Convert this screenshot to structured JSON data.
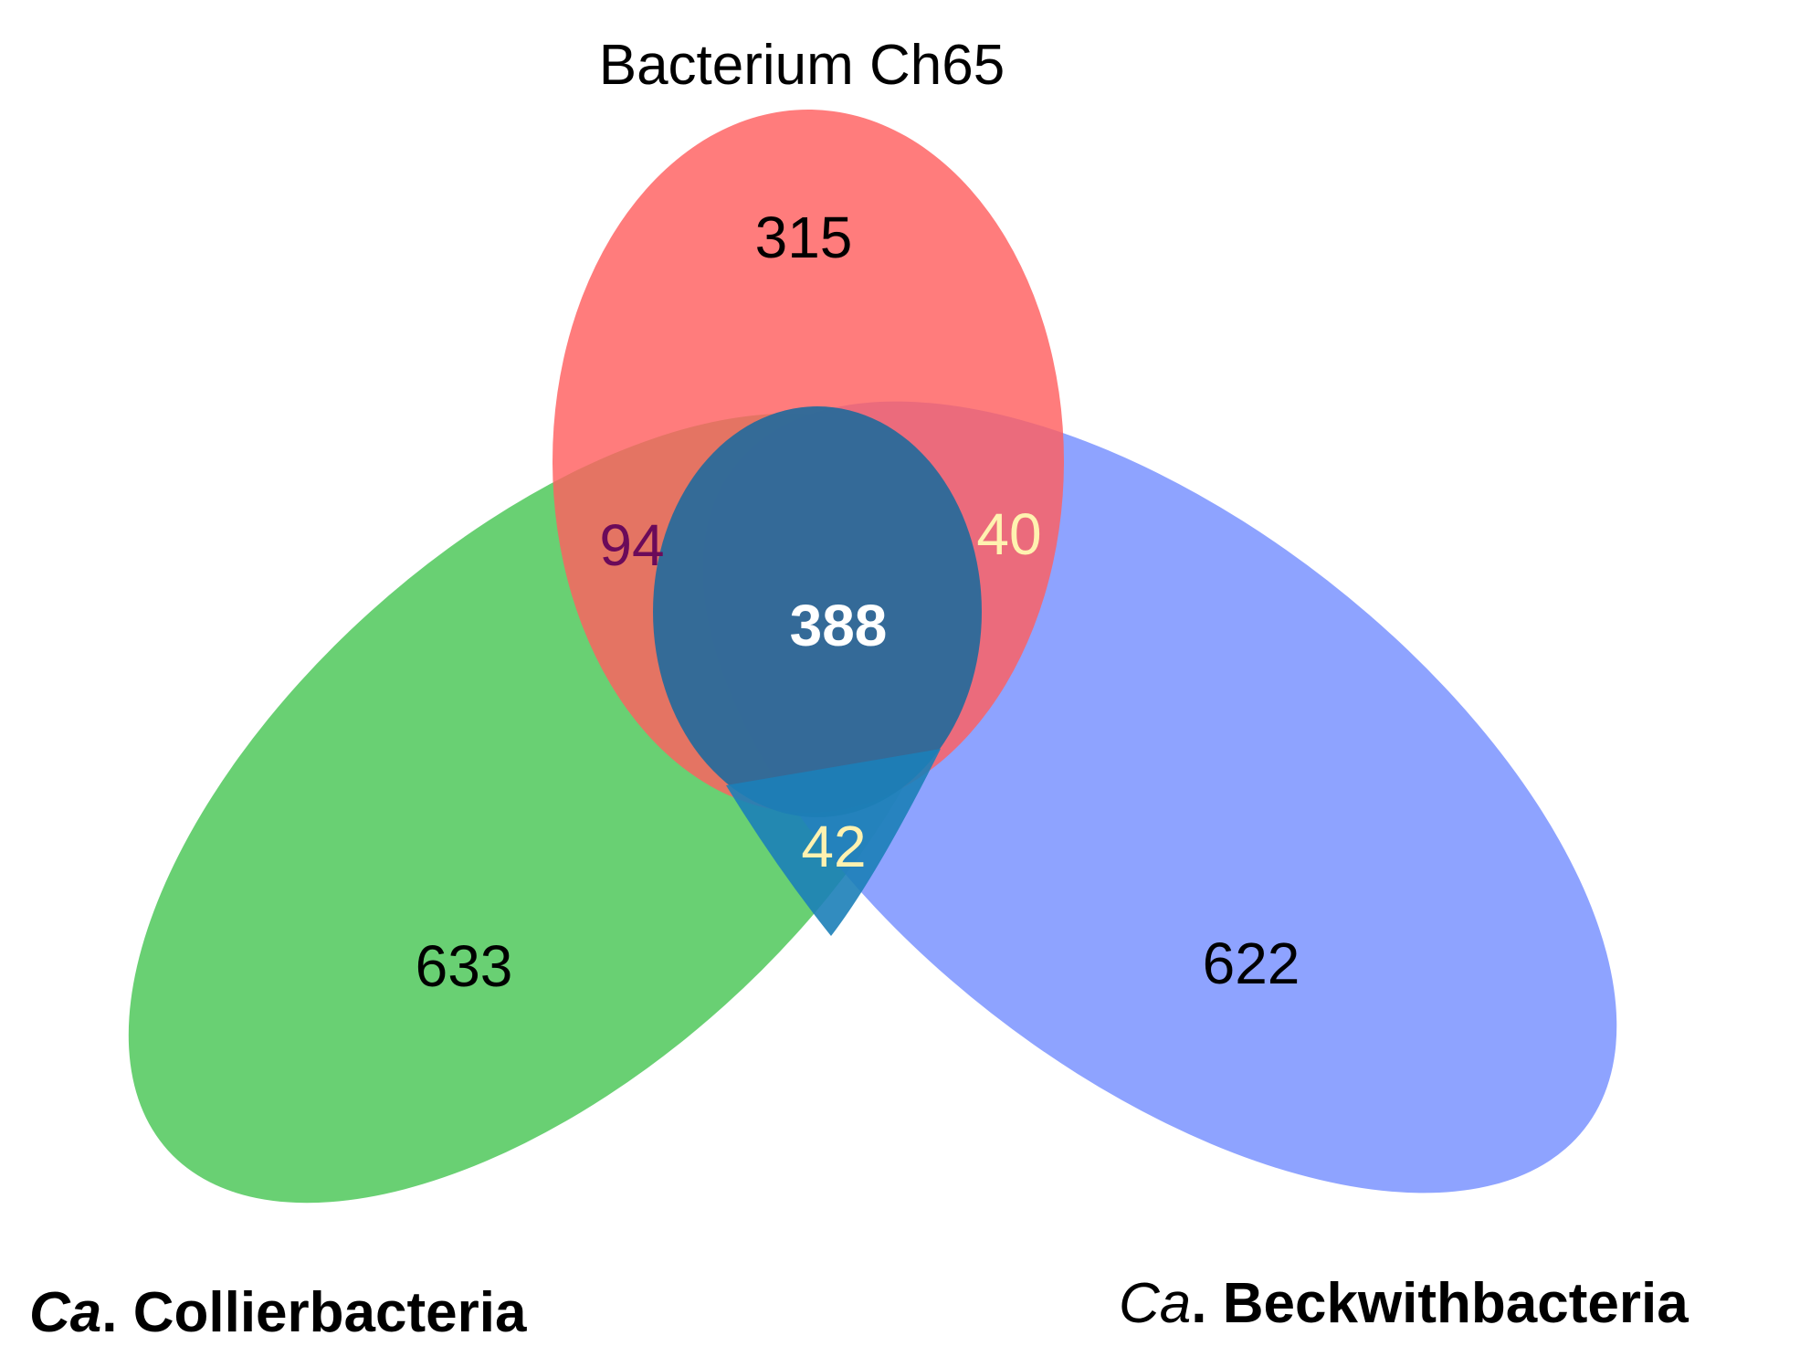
{
  "sets": {
    "top": {
      "name": "Bacterium Ch65",
      "color": "#ff6b6b"
    },
    "left": {
      "prefix": "Ca",
      "suffix": ". Collierbacteria",
      "color": "#4fc85a"
    },
    "right": {
      "prefix": "Ca",
      "suffix": ". Beckwithbacteria",
      "color": "#7b92ff"
    }
  },
  "regions": {
    "top_only": "315",
    "left_only": "633",
    "right_only": "622",
    "top_left": "94",
    "top_right": "40",
    "left_right": "42",
    "all_three": "388"
  },
  "region_colors": {
    "top_left_text": "#6b0a5a",
    "top_right_text": "#fff2b0",
    "left_right_text": "#fff2b0",
    "all_three_text": "#ffffff"
  }
}
